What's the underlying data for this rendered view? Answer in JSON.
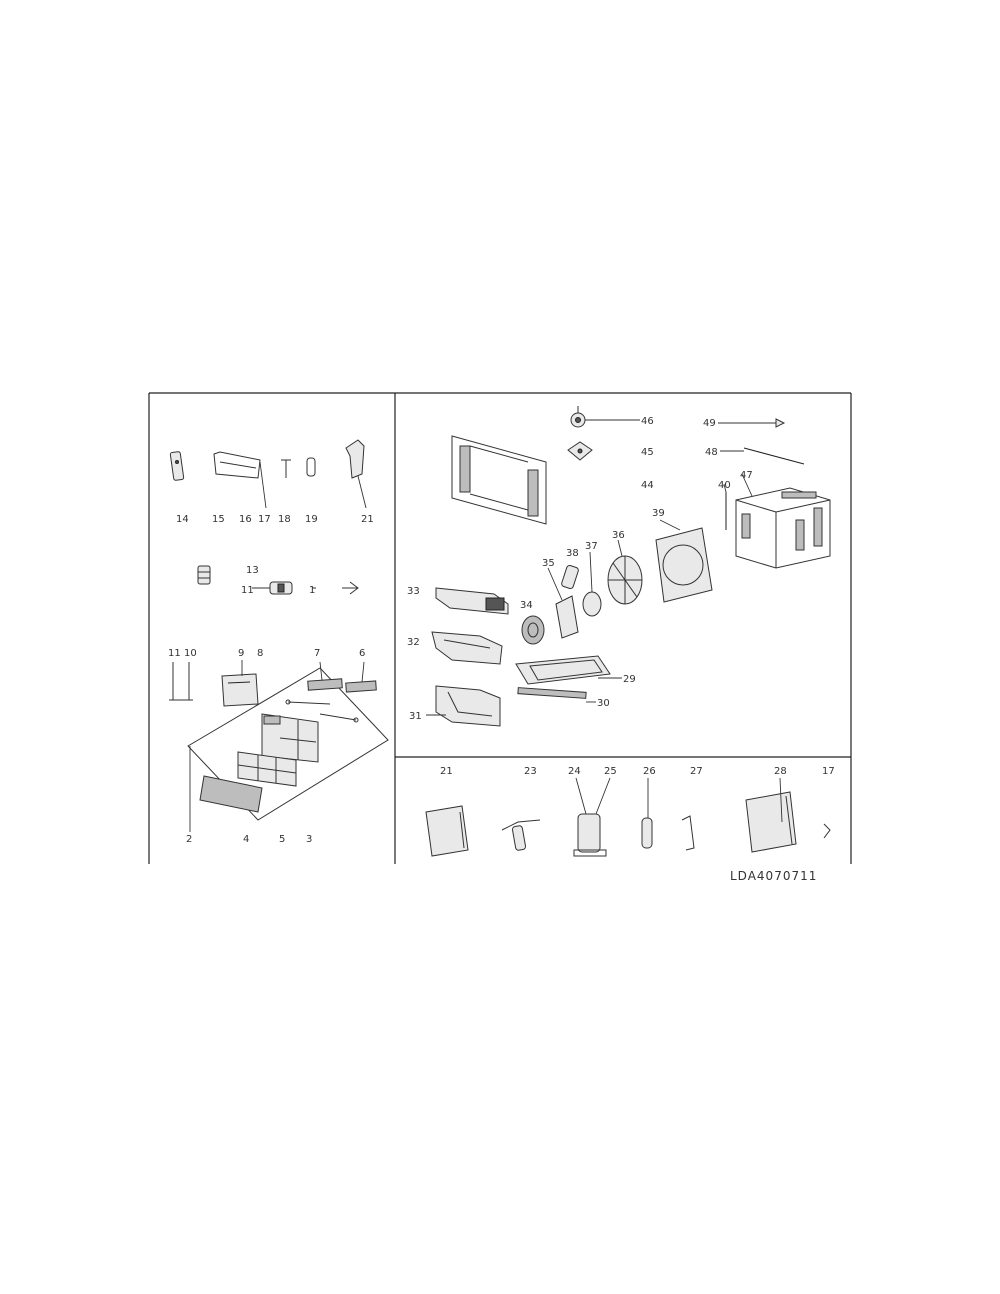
{
  "drawing_id": "LDA4070711",
  "callouts": {
    "upper_left": [
      "14",
      "15",
      "16",
      "17",
      "18",
      "19",
      "21"
    ],
    "middle_left": [
      "13",
      "11",
      "1"
    ],
    "lower_left": [
      "11",
      "10",
      "9",
      "8",
      "7",
      "6",
      "2",
      "4",
      "5",
      "3"
    ],
    "right_upper": [
      "46",
      "49",
      "45",
      "48",
      "44",
      "39",
      "40",
      "47",
      "38",
      "37",
      "36",
      "35",
      "34",
      "33",
      "32",
      "29",
      "30",
      "31"
    ],
    "right_bottom": [
      "21",
      "23",
      "24",
      "25",
      "26",
      "27",
      "28",
      "17"
    ]
  }
}
